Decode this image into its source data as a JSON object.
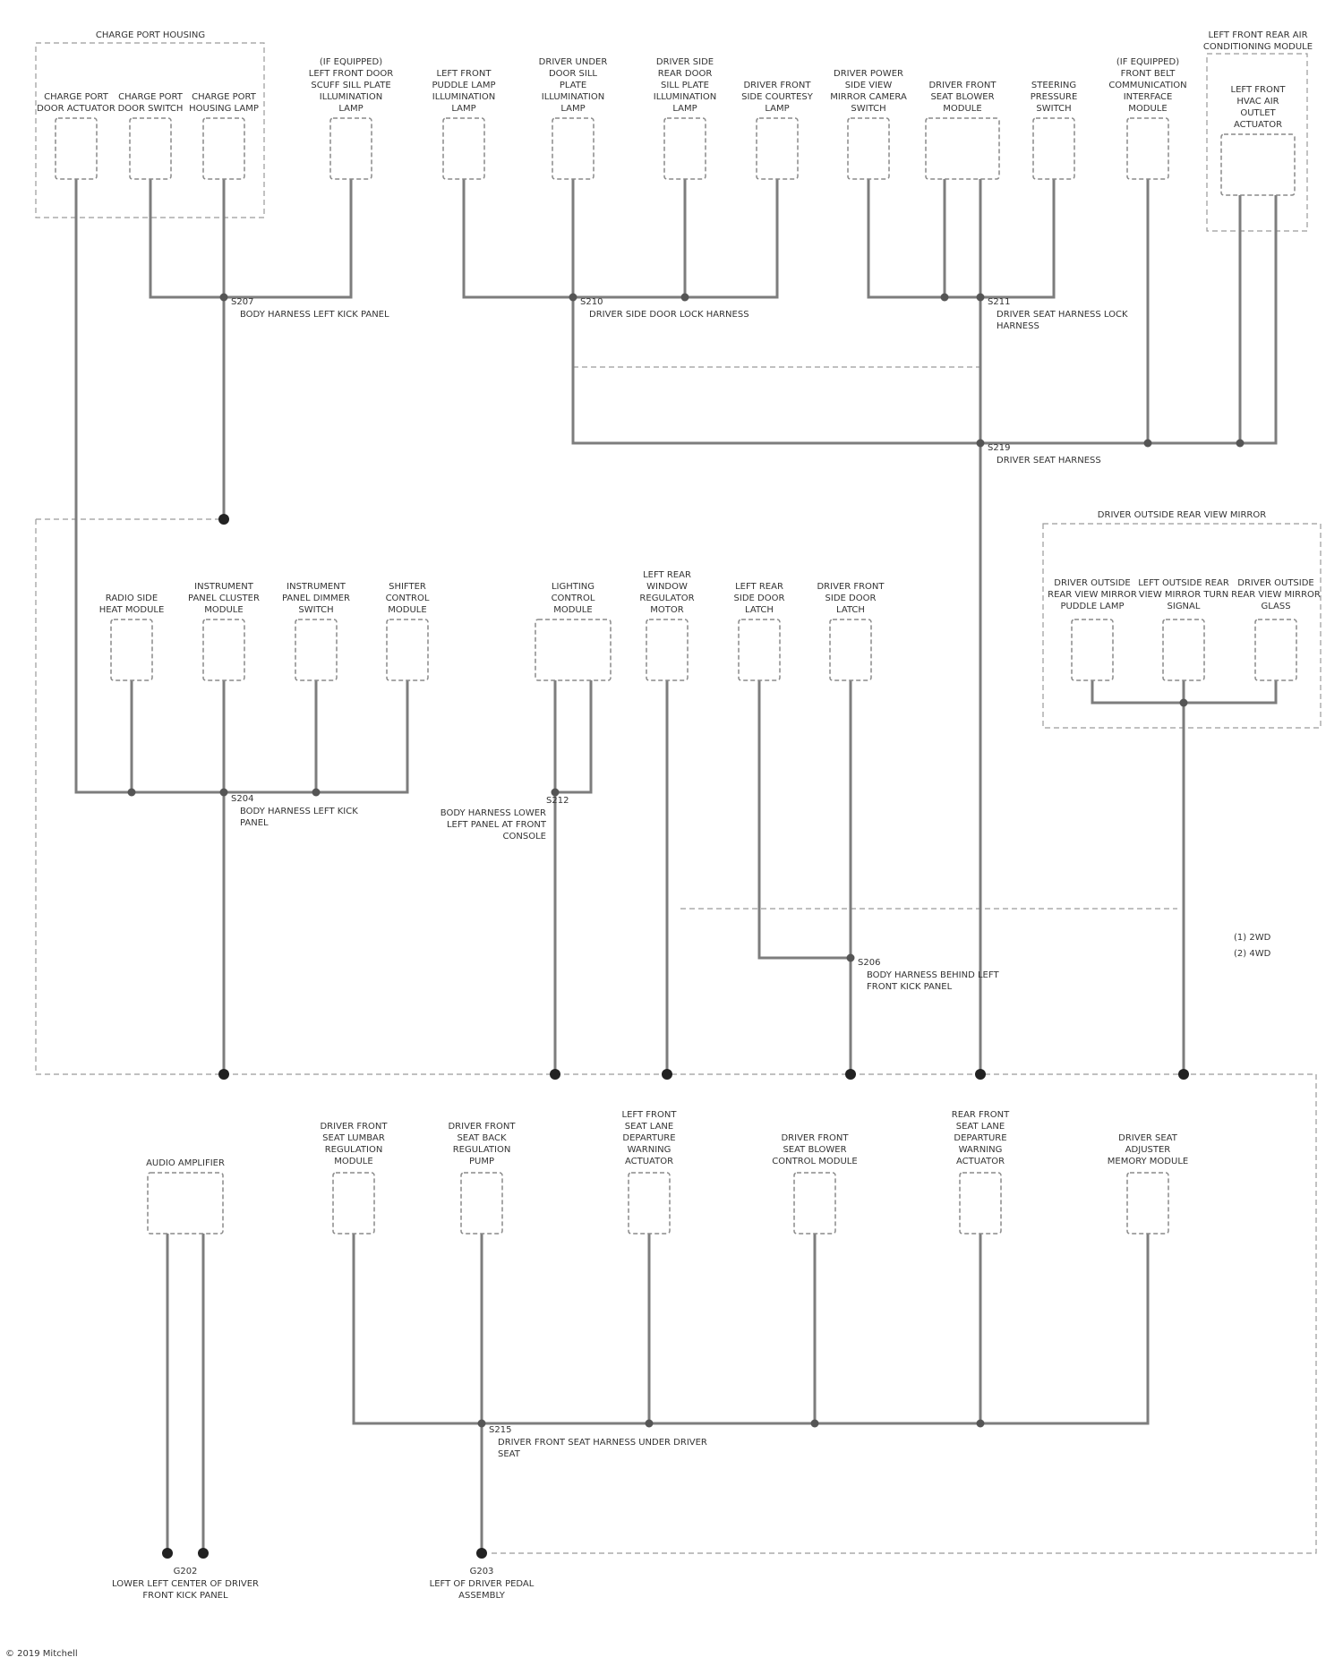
{
  "diagram": {
    "title": "",
    "footer_credit": "© 2019 Mitchell",
    "colors": {
      "wire": "#7d7d7d",
      "node": "#555555",
      "frame": "#9a9a9a",
      "text": "#333333",
      "ground": "#222222"
    },
    "top_group_header": "CHARGE PORT HOUSING",
    "top_components": [
      "CHARGE PORT DOOR ACTUATOR",
      "CHARGE PORT DOOR SWITCH",
      "CHARGE PORT HOUSING LAMP",
      "(IF EQUIPPED) LEFT FRONT DOOR SCUFF SILL PLATE ILLUMINATION LAMP",
      "LEFT FRONT PUDDLE LAMP ILLUMINATION LAMP",
      "DRIVER UNDER DOOR SILL PLATE ILLUMINATION LAMP",
      "DRIVER SIDE REAR DOOR SILL PLATE ILLUMINATION LAMP",
      "DRIVER FRONT SIDE COURTESY LAMP",
      "DRIVER POWER SIDE VIEW MIRROR CAMERA SWITCH",
      "DRIVER FRONT SEAT BLOWER MODULE",
      "STEERING PRESSURE SWITCH",
      "(IF EQUIPPED) FRONT BELT COMMUNICATION INTERFACE MODULE",
      "LEFT FRONT HVAC AIR OUTLET ACTUATOR"
    ],
    "top_right_group_header": "LEFT FRONT REAR AIR CONDITIONING MODULE",
    "splices_upper": [
      {
        "id": "S207",
        "text": "BODY HARNESS LEFT KICK PANEL"
      },
      {
        "id": "S210",
        "text": "DRIVER SIDE DOOR LOCK HARNESS"
      },
      {
        "id": "S211",
        "text": "DRIVER SEAT HARNESS LOCK HARNESS"
      },
      {
        "id": "S219",
        "text": "DRIVER SEAT HARNESS"
      }
    ],
    "middle_group_header": "DRIVER OUTSIDE REAR VIEW MIRROR",
    "middle_components": [
      "RADIO SIDE HEAT MODULE",
      "INSTRUMENT PANEL CLUSTER MODULE",
      "INSTRUMENT PANEL DIMMER SWITCH",
      "SHIFTER CONTROL MODULE",
      "LIGHTING CONTROL MODULE",
      "LEFT REAR WINDOW REGULATOR MOTOR",
      "LEFT REAR SIDE DOOR LATCH",
      "DRIVER FRONT SIDE DOOR LATCH",
      "DRIVER OUTSIDE REAR VIEW MIRROR PUDDLE LAMP",
      "LEFT OUTSIDE REAR VIEW MIRROR TURN SIGNAL",
      "DRIVER OUTSIDE REAR VIEW MIRROR GLASS"
    ],
    "splices_middle": [
      {
        "id": "S204",
        "text": "BODY HARNESS LEFT KICK PANEL"
      },
      {
        "id": "S212",
        "text": "BODY HARNESS LOWER LEFT PANEL AT FRONT CONSOLE"
      },
      {
        "id": "S206",
        "text": "BODY HARNESS BEHIND LEFT FRONT KICK PANEL"
      }
    ],
    "legend": [
      "(1) 2WD",
      "(2) 4WD"
    ],
    "bottom_components": [
      "AUDIO AMPLIFIER",
      "DRIVER FRONT SEAT LUMBAR REGULATION MODULE",
      "DRIVER FRONT SEAT BACK REGULATION PUMP",
      "LEFT FRONT SEAT LANE DEPARTURE WARNING ACTUATOR",
      "DRIVER FRONT SEAT BLOWER CONTROL MODULE",
      "REAR FRONT SEAT LANE DEPARTURE WARNING ACTUATOR",
      "DRIVER SEAT ADJUSTER MEMORY MODULE"
    ],
    "splice_bottom": {
      "id": "S215",
      "text": "DRIVER FRONT SEAT HARNESS UNDER DRIVER SEAT"
    },
    "grounds": [
      {
        "id": "G202",
        "text": "LOWER LEFT CENTER OF DRIVER FRONT KICK PANEL"
      },
      {
        "id": "G203",
        "text": "LEFT OF DRIVER PEDAL ASSEMBLY"
      }
    ]
  }
}
